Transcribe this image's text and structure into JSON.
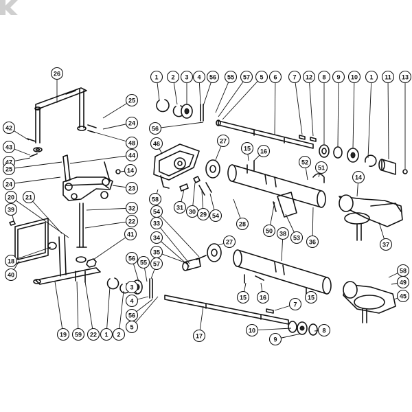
{
  "diagram": {
    "callouts": [
      {
        "label": "26"
      },
      {
        "label": "25"
      },
      {
        "label": "24"
      },
      {
        "label": "42"
      },
      {
        "label": "43"
      },
      {
        "label": "47"
      },
      {
        "label": "48"
      },
      {
        "label": "44"
      },
      {
        "label": "25"
      },
      {
        "label": "24"
      },
      {
        "label": "14"
      },
      {
        "label": "23"
      },
      {
        "label": "39"
      },
      {
        "label": "21"
      },
      {
        "label": "20"
      },
      {
        "label": "32"
      },
      {
        "label": "22"
      },
      {
        "label": "41"
      },
      {
        "label": "18"
      },
      {
        "label": "40"
      },
      {
        "label": "19"
      },
      {
        "label": "59"
      },
      {
        "label": "1"
      },
      {
        "label": "2"
      },
      {
        "label": "22"
      },
      {
        "label": "1"
      },
      {
        "label": "2"
      },
      {
        "label": "3"
      },
      {
        "label": "4"
      },
      {
        "label": "56"
      },
      {
        "label": "55"
      },
      {
        "label": "57"
      },
      {
        "label": "5"
      },
      {
        "label": "6"
      },
      {
        "label": "7"
      },
      {
        "label": "12"
      },
      {
        "label": "8"
      },
      {
        "label": "9"
      },
      {
        "label": "10"
      },
      {
        "label": "1"
      },
      {
        "label": "11"
      },
      {
        "label": "13"
      },
      {
        "label": "56"
      },
      {
        "label": "46"
      },
      {
        "label": "27"
      },
      {
        "label": "15"
      },
      {
        "label": "16"
      },
      {
        "label": "52"
      },
      {
        "label": "51"
      },
      {
        "label": "14"
      },
      {
        "label": "31"
      },
      {
        "label": "30"
      },
      {
        "label": "29"
      },
      {
        "label": "54"
      },
      {
        "label": "58"
      },
      {
        "label": "28"
      },
      {
        "label": "50"
      },
      {
        "label": "53"
      },
      {
        "label": "36"
      },
      {
        "label": "37"
      },
      {
        "label": "54"
      },
      {
        "label": "33"
      },
      {
        "label": "34"
      },
      {
        "label": "35"
      },
      {
        "label": "27"
      },
      {
        "label": "38"
      },
      {
        "label": "58"
      },
      {
        "label": "49"
      },
      {
        "label": "45"
      },
      {
        "label": "56"
      },
      {
        "label": "55"
      },
      {
        "label": "57"
      },
      {
        "label": "3"
      },
      {
        "label": "4"
      },
      {
        "label": "56"
      },
      {
        "label": "5"
      },
      {
        "label": "15"
      },
      {
        "label": "16"
      },
      {
        "label": "15"
      },
      {
        "label": "7"
      },
      {
        "label": "17"
      },
      {
        "label": "10"
      },
      {
        "label": "9"
      },
      {
        "label": "8"
      }
    ]
  },
  "logo": {
    "icon": "k-brand-logo",
    "color": "#cfcfcf"
  }
}
